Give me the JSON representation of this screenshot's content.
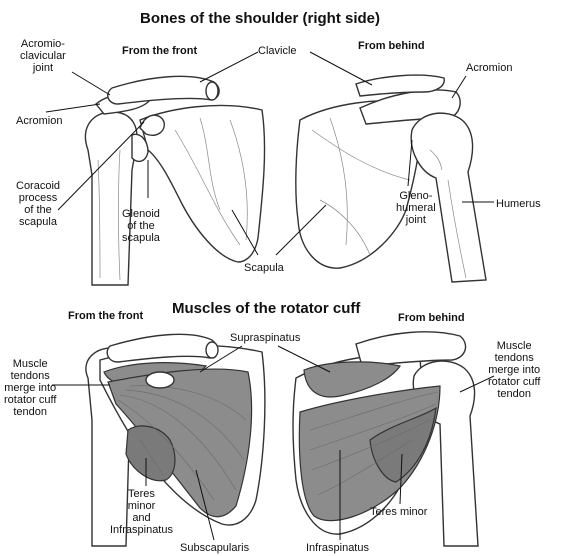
{
  "titles": {
    "bones": "Bones of the shoulder (right side)",
    "muscles": "Muscles of the rotator cuff"
  },
  "subtitles": {
    "bones_front": "From the front",
    "bones_behind": "From behind",
    "muscles_front": "From the front",
    "muscles_behind": "From behind"
  },
  "bone_labels": {
    "acromioclavicular": "Acromio-\nclavicular\njoint",
    "clavicle": "Clavicle",
    "acromion_left": "Acromion",
    "acromion_right": "Acromion",
    "coracoid": "Coracoid\nprocess\nof the\nscapula",
    "glenoid": "Glenoid\nof the\nscapula",
    "glenohumeral": "Gleno-\nhumeral\njoint",
    "humerus": "Humerus",
    "scapula": "Scapula"
  },
  "muscle_labels": {
    "supraspinatus": "Supraspinatus",
    "tendons_left": "Muscle\ntendons\nmerge into\nrotator cuff\ntendon",
    "tendons_right": "Muscle\ntendons\nmerge into\nrotator cuff\ntendon",
    "teres_infra": "Teres\nminor\nand\nInfraspinatus",
    "subscapularis": "Subscapularis",
    "infraspinatus": "Infraspinatus",
    "teres_minor": "Teres minor"
  },
  "colors": {
    "muscle": "#8c8c8c",
    "bone_outline": "#333333",
    "background": "#ffffff"
  }
}
